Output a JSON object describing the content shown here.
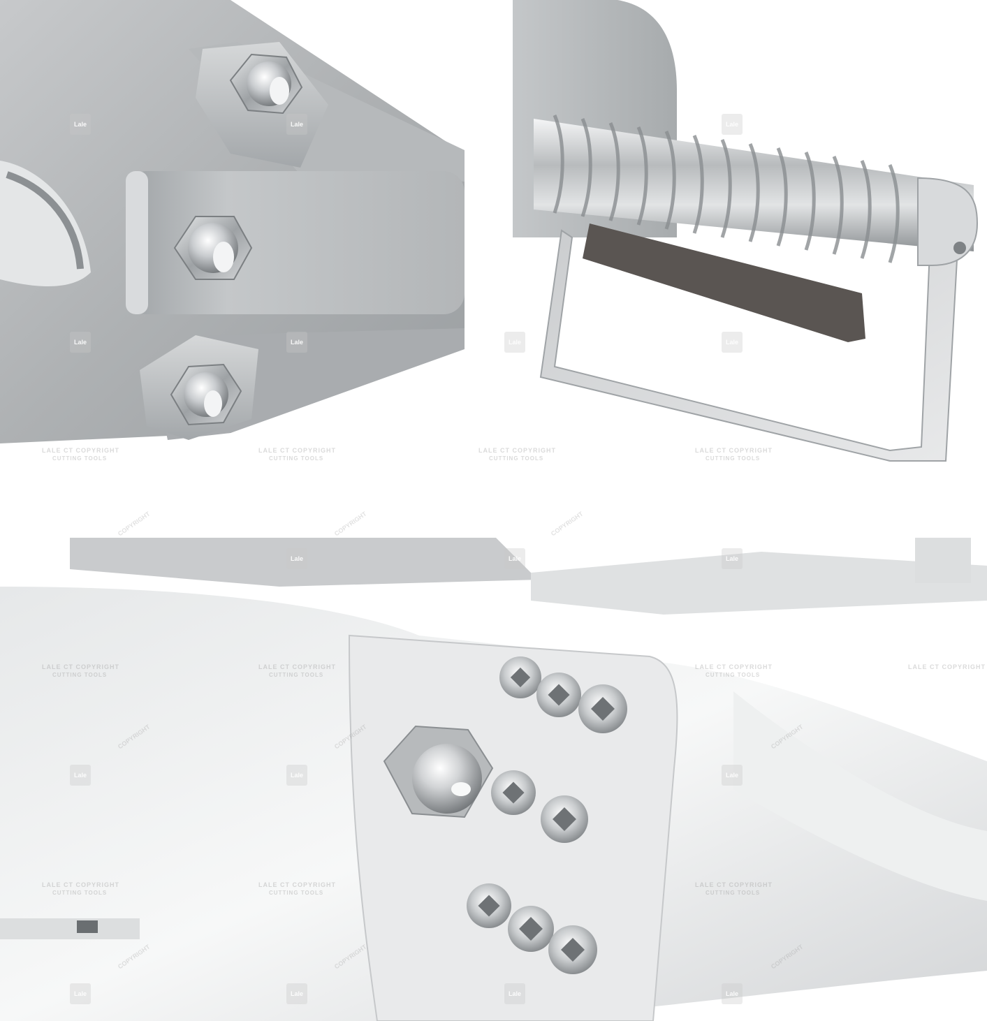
{
  "image": {
    "subject": "steel tool assembly close-up renders",
    "panels": [
      {
        "id": "top-left",
        "subject": "pivot links with hex bolts and nuts"
      },
      {
        "id": "top-right",
        "subject": "threaded screw rod in frame with blade"
      },
      {
        "id": "bottom",
        "subject": "plate with hex bolt and socket head screws"
      }
    ]
  },
  "watermark": {
    "line": "LALE CT COPYRIGHT",
    "subline": "CUTTING TOOLS",
    "badge": "COPYRIGHT",
    "logo": "Lale"
  },
  "colors": {
    "steel_light": "#e9ebec",
    "steel_mid": "#b9bcbe",
    "steel_dark": "#7e8285",
    "blade": "#5a5552",
    "background": "#ffffff"
  }
}
